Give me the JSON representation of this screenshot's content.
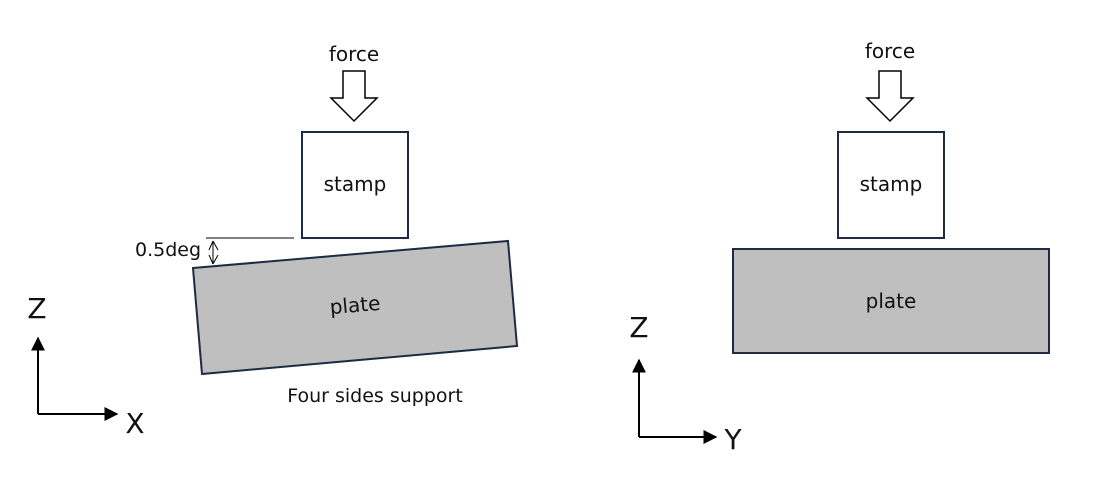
{
  "left": {
    "force_label": "force",
    "stamp_label": "stamp",
    "plate_label": "plate",
    "angle_label": "0.5deg",
    "support_label": "Four sides support",
    "axis_vertical": "Z",
    "axis_horizontal": "X"
  },
  "right": {
    "force_label": "force",
    "stamp_label": "stamp",
    "plate_label": "plate",
    "axis_vertical": "Z",
    "axis_horizontal": "Y"
  },
  "colors": {
    "plate_fill": "#bfbfbf",
    "plate_stroke": "#1f2a44",
    "stamp_stroke": "#1f2a44",
    "line": "#000000"
  }
}
